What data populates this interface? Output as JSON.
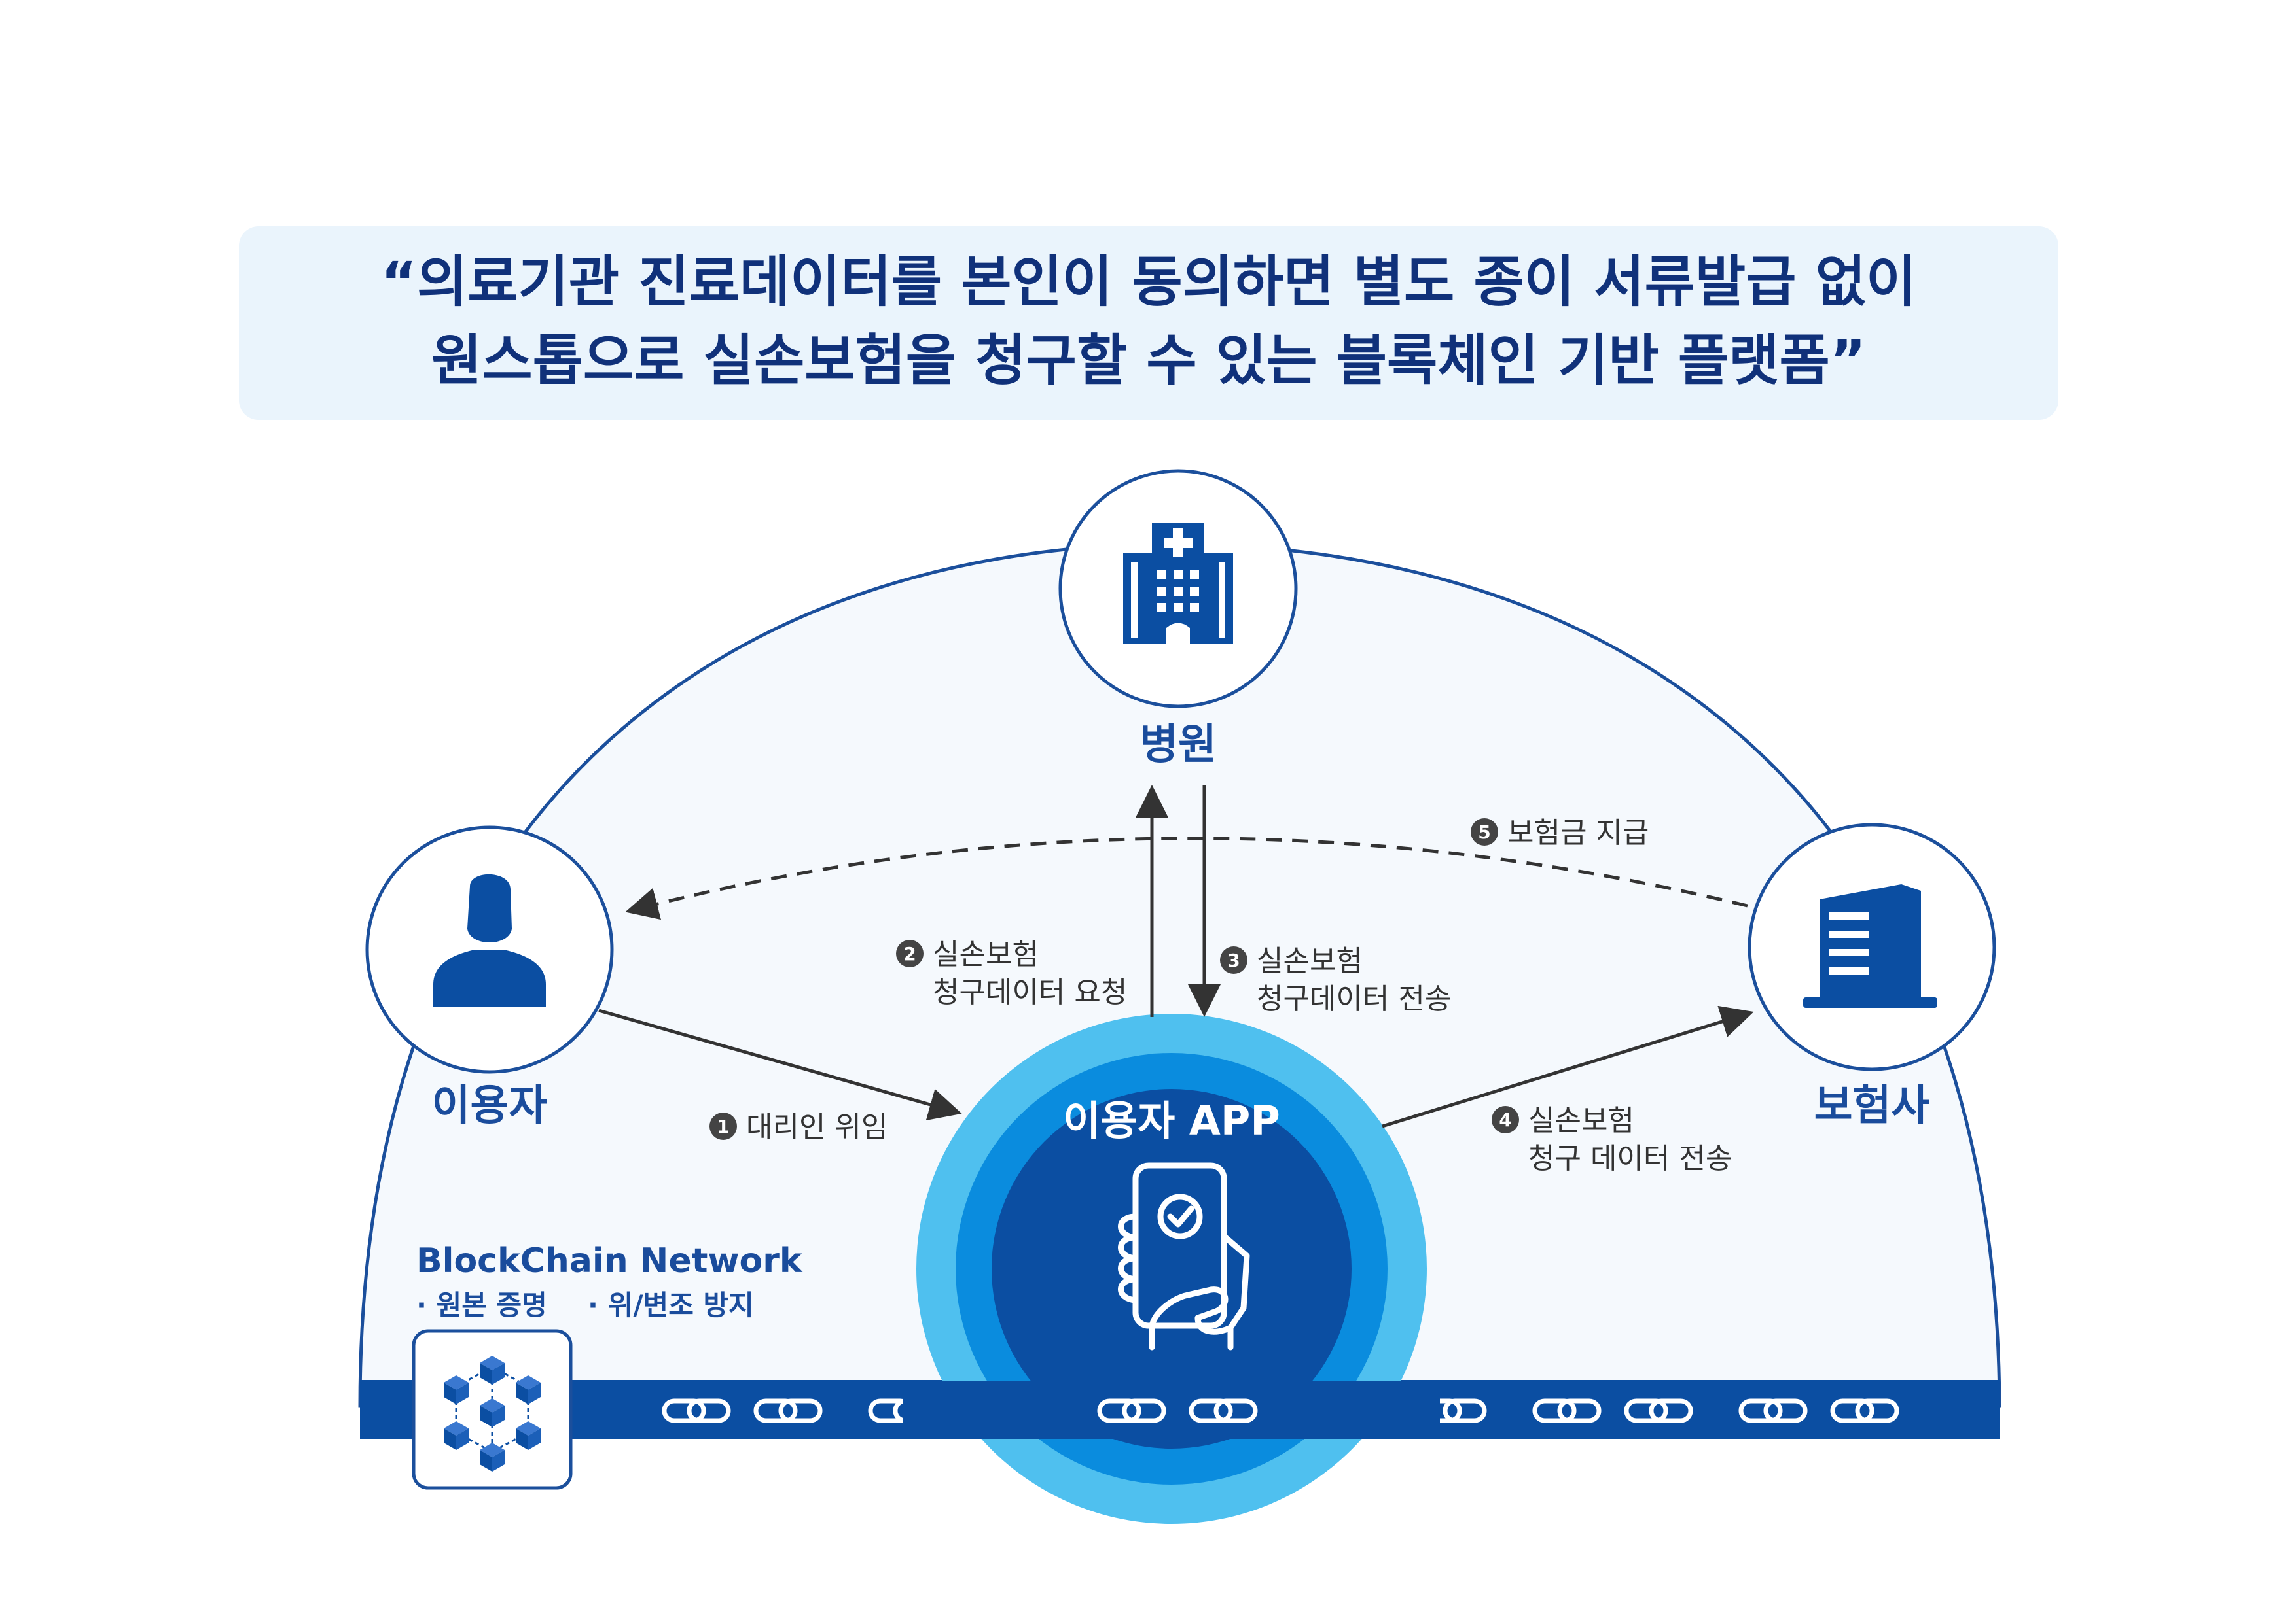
{
  "title": {
    "line1": "“의료기관 진료데이터를 본인이 동의하면 별도 종이 서류발급 없이",
    "line2": "원스톱으로 실손보험을 청구할 수 있는 블록체인 기반 플랫폼”"
  },
  "nodes": {
    "hospital": {
      "label": "병원",
      "icon": "hospital-building-icon"
    },
    "user": {
      "label": "이용자",
      "icon": "person-icon"
    },
    "insurer": {
      "label": "보험사",
      "icon": "office-building-icon"
    },
    "app": {
      "label": "이용자 APP",
      "icon": "phone-in-hand-icon"
    }
  },
  "steps": [
    {
      "num": "1",
      "line1": "대리인 위임",
      "line2": ""
    },
    {
      "num": "2",
      "line1": "실손보험",
      "line2": "청구데이터 요청"
    },
    {
      "num": "3",
      "line1": "실손보험",
      "line2": "청구데이터 전송"
    },
    {
      "num": "4",
      "line1": "실손보험",
      "line2": "청구 데이터 전송"
    },
    {
      "num": "5",
      "line1": "보험금 지급",
      "line2": ""
    }
  ],
  "network": {
    "title": "BlockChain Network",
    "bullet1": "· 원본 증명",
    "bullet2": "· 위/변조 방지",
    "icon": "blockchain-cubes-icon"
  },
  "colors": {
    "dark_blue": "#0b4ea2",
    "title_blue": "#10317a",
    "label_blue": "#1a4c9c",
    "light_blue": "#4fc0ef",
    "mid_blue": "#0a8cde",
    "title_bg": "#eaf4fc",
    "dome_bg": "#f5f9fd",
    "arrow": "#333333"
  }
}
